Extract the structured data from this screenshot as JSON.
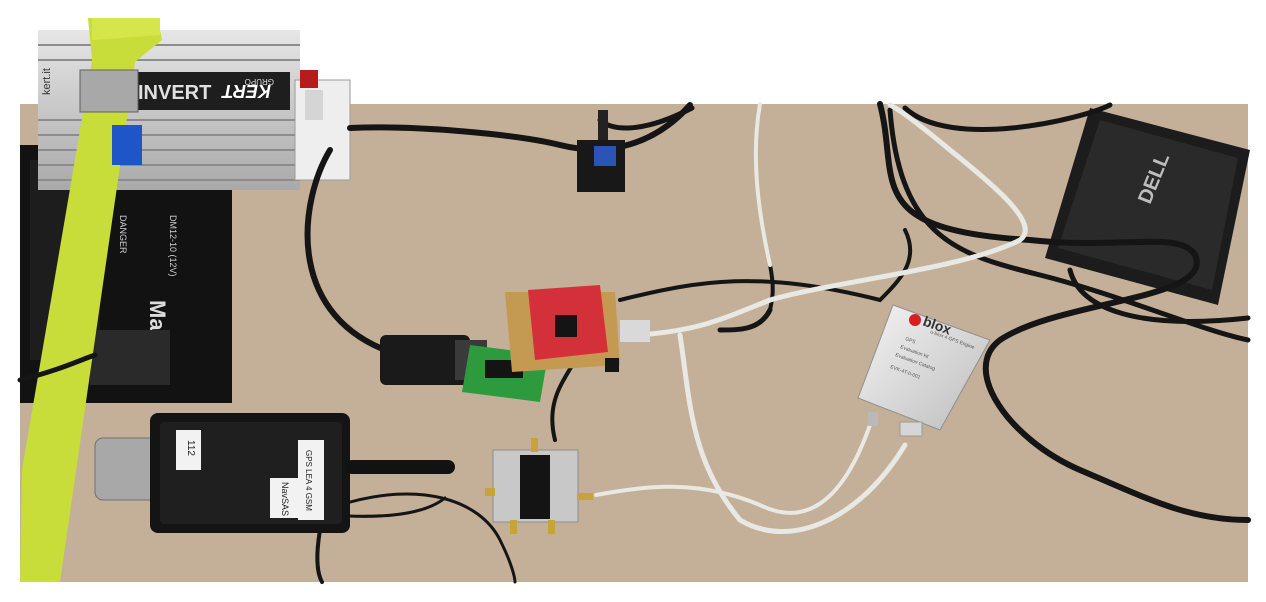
{
  "inverter": {
    "brand": "KERT",
    "sub_brand": "GRUPO",
    "model": "INVERT",
    "side_text": "kert.it"
  },
  "battery": {
    "brand": "Ma",
    "model": "DM12-10 (12V)",
    "warning": "DANGER"
  },
  "gps_receiver": {
    "tag": "112",
    "label_1": "NavSAS",
    "label_2": "GPS LEA 4 GSM"
  },
  "ublox_box": {
    "brand": "blox",
    "line_1": "u-blox 4 GPS Engine",
    "line_2": "GPS",
    "line_3": "Evaluation kit",
    "line_4": "Evaluation Catalog",
    "line_5": "EVK-4T-0-001"
  },
  "power_adapter": {
    "brand": "DELL"
  },
  "colors": {
    "floor": "#c9b59c",
    "cable_black": "#151515",
    "cable_white": "#e8e8e4",
    "strap": "#c9dd3a",
    "pcb_red": "#d4303a",
    "pcb_green": "#2e9a3e"
  }
}
